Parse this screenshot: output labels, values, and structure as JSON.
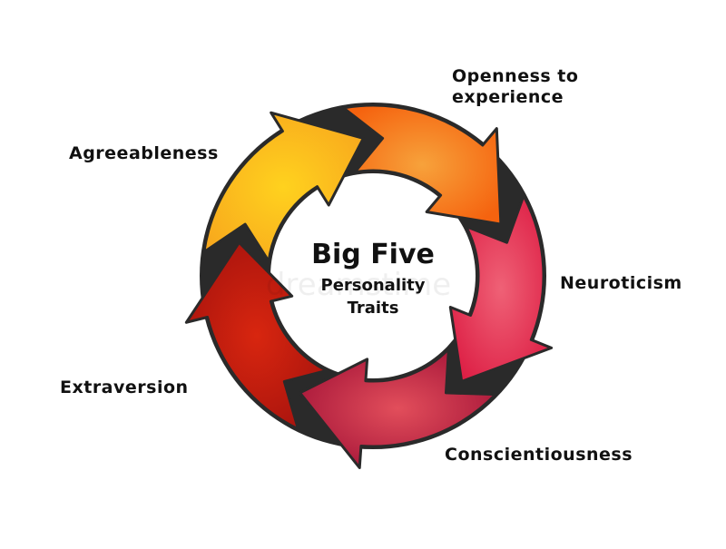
{
  "center": {
    "title": "Big Five",
    "subtitle_line1": "Personality",
    "subtitle_line2": "Traits"
  },
  "traits": [
    {
      "label_line1": "Openness to",
      "label_line2": "experience",
      "color_main": "#f5630f",
      "color_light": "#f7a23b"
    },
    {
      "label_line1": "Neuroticism",
      "label_line2": "",
      "color_main": "#dd1f45",
      "color_light": "#ef6176"
    },
    {
      "label_line1": "Conscientiousness",
      "label_line2": "",
      "color_main": "#a51438",
      "color_light": "#e24e5b"
    },
    {
      "label_line1": "Extraversion",
      "label_line2": "",
      "color_main": "#a7130e",
      "color_light": "#d8260f"
    },
    {
      "label_line1": "Agreeableness",
      "label_line2": "",
      "color_main": "#f8a91d",
      "color_light": "#ffd21e"
    }
  ],
  "watermark": "dreamstime"
}
